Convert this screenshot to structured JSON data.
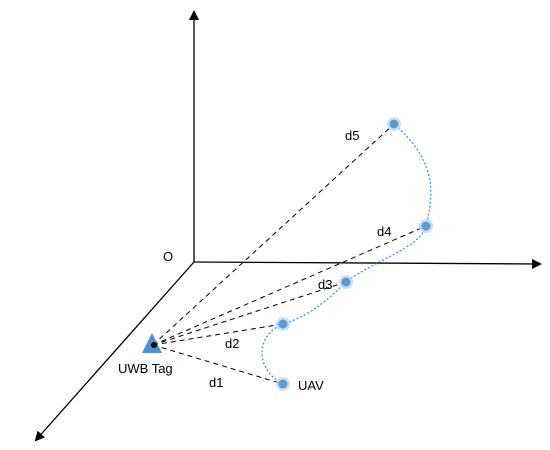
{
  "labels": {
    "origin": "O",
    "tag": "UWB Tag",
    "uav": "UAV",
    "d1": "d1",
    "d2": "d2",
    "d3": "d3",
    "d4": "d4",
    "d5": "d5"
  },
  "colors": {
    "axis": "#000000",
    "point_fill": "#5b9bd5",
    "point_glow": "#bdd7ee",
    "trajectory": "#4a90d9",
    "tag_marker": "#4f8fcf",
    "dash": "#000000"
  }
}
